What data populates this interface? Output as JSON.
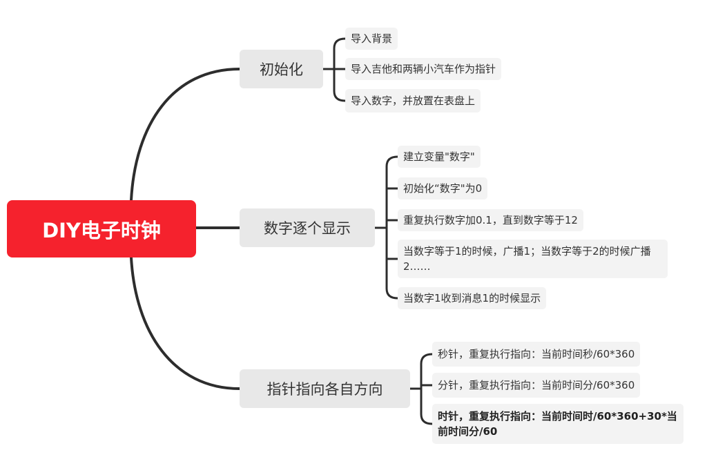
{
  "mindmap": {
    "root": {
      "label": "DIY电子时钟",
      "color": "#f5222d"
    },
    "branches": [
      {
        "label": "初始化",
        "leaves": [
          {
            "text": "导入背景"
          },
          {
            "text": "导入吉他和两辆小汽车作为指针"
          },
          {
            "text": "导入数字，并放置在表盘上"
          }
        ]
      },
      {
        "label": "数字逐个显示",
        "leaves": [
          {
            "text": "建立变量\"数字\""
          },
          {
            "text": "初始化“数字\"为0"
          },
          {
            "text": "重复执行数字加0.1，直到数字等于12"
          },
          {
            "text": "当数字等于1的时候，广播1；当数字等于2的时候广播2……"
          },
          {
            "text": "当数字1收到消息1的时候显示"
          }
        ]
      },
      {
        "label": "指针指向各自方向",
        "leaves": [
          {
            "text": "秒针，重复执行指向：当前时间秒/60*360"
          },
          {
            "text": "分针，重复执行指向：当前时间分/60*360"
          },
          {
            "text": "时针，重复执行指向：当前时间时/60*360+30*当前时间分/60",
            "bold": true
          }
        ]
      }
    ],
    "line_color": "#2d2d2d"
  }
}
